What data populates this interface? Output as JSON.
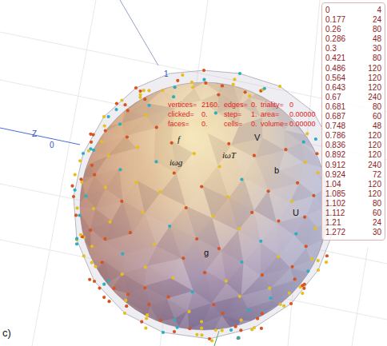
{
  "diagram": {
    "nodes": [
      {
        "text": [
          "0",
          "4",
          "0.177",
          "24",
          "0.26",
          "80",
          "0.286",
          "48",
          "0.3",
          "30",
          "0.421",
          "80",
          "0.486",
          "120",
          "0.564",
          "120",
          "0.643",
          "120",
          "0.67",
          "240",
          "0.681",
          "80",
          "0.687",
          "60",
          "0.748",
          "48",
          "0.786",
          "120",
          "0.836",
          "120",
          "0.892",
          "120",
          "0.912",
          "240",
          "0.924",
          "72",
          "1.04",
          "120",
          "1.085",
          "120",
          "1.102",
          "80",
          "1.112",
          "60",
          "1.21",
          "24",
          "1.272",
          "30"
        ]
      }
    ],
    "labels": [
      "vertices=",
      "2160.",
      "edges=",
      "0.",
      "triality=",
      "0",
      "clicked=",
      "0.",
      "step=",
      "1.",
      "area=",
      "0.00000",
      "faces=",
      "0.",
      "cells=",
      "0.",
      "volume=",
      "0.00000",
      "V",
      "b",
      "U",
      "g",
      "iωT",
      "iωg",
      "f",
      "Z",
      "0",
      "1",
      "c)"
    ]
  }
}
